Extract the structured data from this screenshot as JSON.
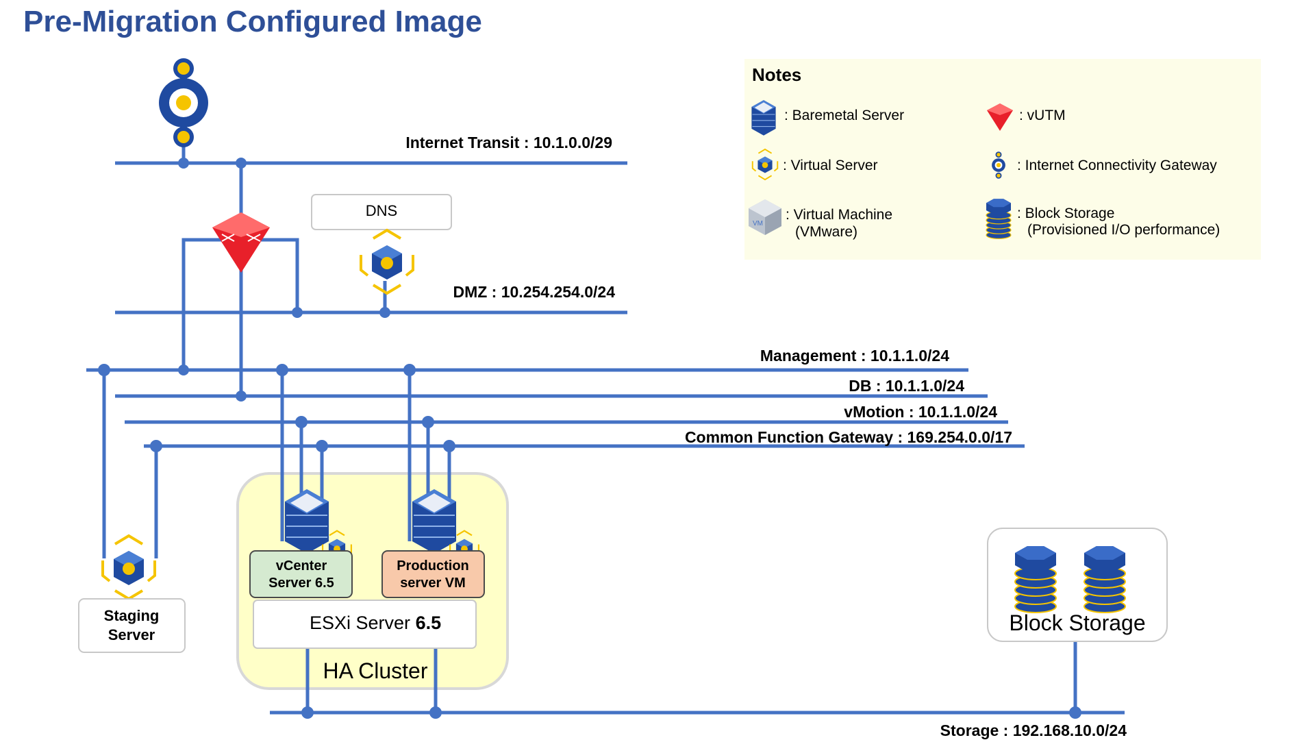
{
  "title": "Pre-Migration Configured Image",
  "networks": {
    "internet_transit": "Internet Transit : 10.1.0.0/29",
    "dmz": "DMZ : 10.254.254.0/24",
    "management": "Management : 10.1.1.0/24",
    "db": "DB : 10.1.1.0/24",
    "vmotion": "vMotion : 10.1.1.0/24",
    "common_function_gateway": "Common Function Gateway : 169.254.0.0/17",
    "storage": "Storage : 192.168.10.0/24"
  },
  "nodes": {
    "dns": "DNS",
    "staging_server": [
      "Staging",
      "Server"
    ],
    "vcenter": [
      "vCenter",
      "Server 6.5"
    ],
    "production": [
      "Production",
      "server VM"
    ],
    "esxi_prefix": "ESXi Server ",
    "esxi_version": "6.5",
    "ha_cluster": "HA Cluster",
    "block_storage": "Block Storage"
  },
  "notes": {
    "heading": "Notes",
    "baremetal": ": Baremetal Server",
    "vutm": ": vUTM",
    "virtual_server": ": Virtual Server",
    "gateway": ": Internet Connectivity Gateway",
    "vm_line1": ": Virtual Machine",
    "vm_line2": "(VMware)",
    "storage_line1": ": Block Storage",
    "storage_line2": "(Provisioned I/O performance)",
    "vm_badge": "VM"
  },
  "colors": {
    "title": "#2e4f97",
    "network_line": "#4472c4",
    "notes_bg": "#fdfde8",
    "ha_cluster_bg": "#ffffc8",
    "vcenter_bg": "#d5ead0",
    "production_bg": "#f8c9aa",
    "server_blue": "#1f4aa0",
    "gold": "#f5c400",
    "vutm_red": "#e8202a"
  },
  "icons": [
    "gateway-icon",
    "vutm-icon",
    "virtual-server-icon",
    "baremetal-server-icon",
    "virtual-machine-icon",
    "block-storage-icon"
  ]
}
